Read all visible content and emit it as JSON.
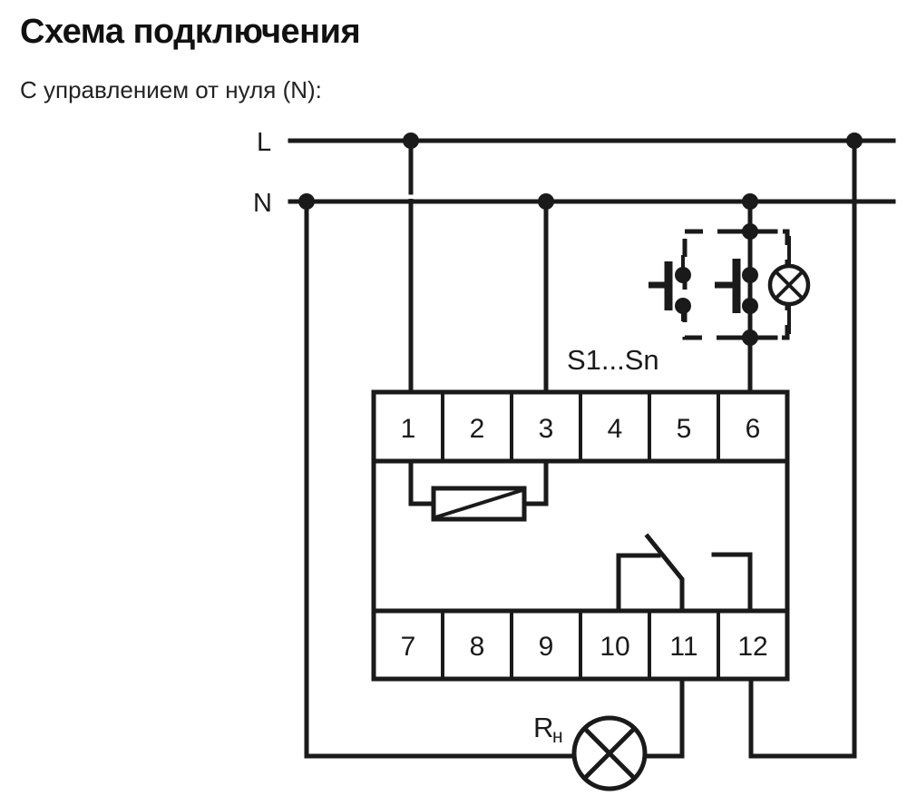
{
  "heading": {
    "title": "Схема подключения",
    "subtitle": "С управлением от нуля (N):"
  },
  "rails": {
    "line_label": "L",
    "neutral_label": "N"
  },
  "labels": {
    "switches": "S1...Sn",
    "load": "R",
    "load_subscript": "н"
  },
  "terminals": {
    "top_row": [
      "1",
      "2",
      "3",
      "4",
      "5",
      "6"
    ],
    "bottom_row": [
      "7",
      "8",
      "9",
      "10",
      "11",
      "12"
    ]
  },
  "colors": {
    "ink": "#1a1a1a",
    "background": "#ffffff"
  },
  "symbols": {
    "coil": "relay-coil",
    "contact": "changeover-contact",
    "load_lamp": "lamp-crossed-circle",
    "indicator_lamp": "indicator-lamp",
    "push_buttons": "momentary-push-button"
  }
}
